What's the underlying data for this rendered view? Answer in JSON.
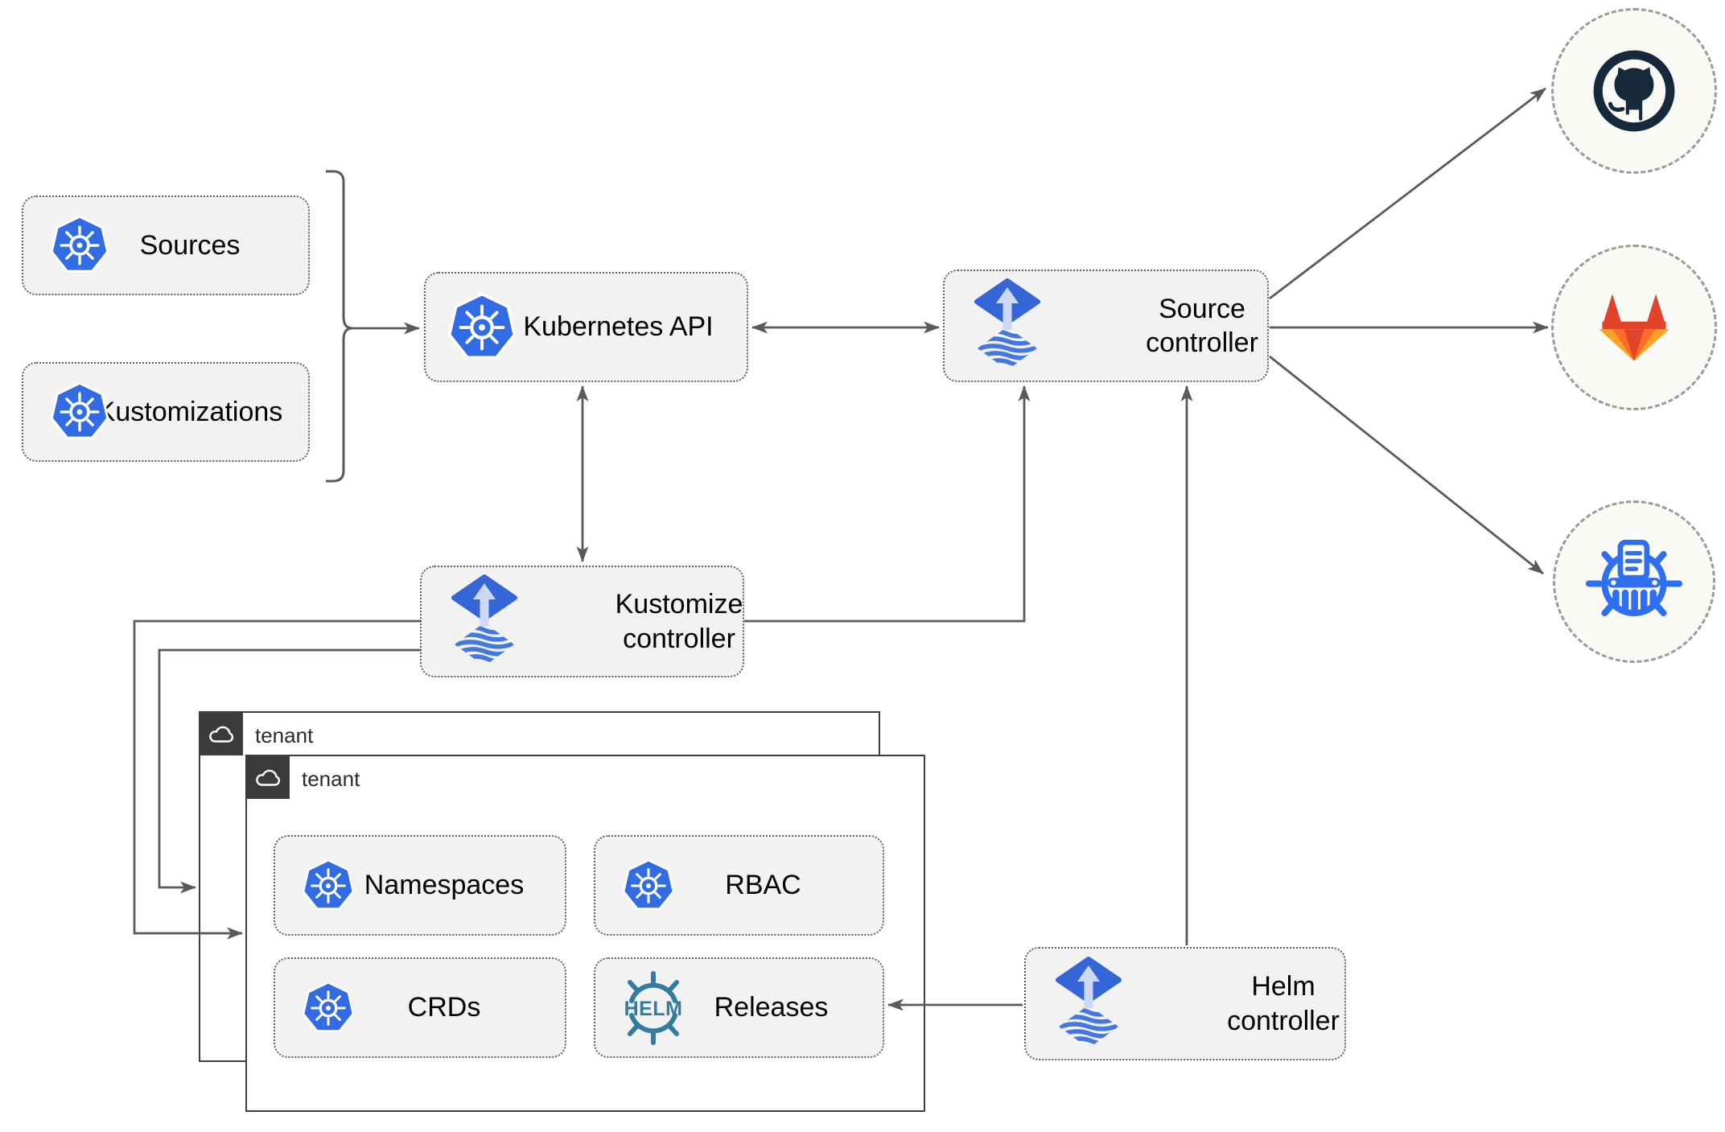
{
  "diagram": {
    "nodes": {
      "sources": {
        "label": "Sources",
        "icon": "kubernetes-icon"
      },
      "kustomizations": {
        "label": "Kustomizations",
        "icon": "kubernetes-icon"
      },
      "kubernetes_api": {
        "label": "Kubernetes API",
        "icon": "kubernetes-icon"
      },
      "source_controller": {
        "label": "Source controller",
        "icon": "flux-icon"
      },
      "kustomize_controller": {
        "label": "Kustomize controller",
        "icon": "flux-icon"
      },
      "helm_controller": {
        "label": "Helm controller",
        "icon": "flux-icon"
      },
      "namespaces": {
        "label": "Namespaces",
        "icon": "kubernetes-icon"
      },
      "rbac": {
        "label": "RBAC",
        "icon": "kubernetes-icon"
      },
      "crds": {
        "label": "CRDs",
        "icon": "kubernetes-icon"
      },
      "releases": {
        "label": "Releases",
        "icon": "helm-icon"
      }
    },
    "tenants": {
      "back": {
        "label": "tenant",
        "icon": "cloud-icon"
      },
      "front": {
        "label": "tenant",
        "icon": "cloud-icon"
      }
    },
    "externals": {
      "github": {
        "icon": "github-icon"
      },
      "gitlab": {
        "icon": "gitlab-icon"
      },
      "bucket": {
        "icon": "bucket-storage-icon"
      }
    },
    "helm_logo_text": "HELM",
    "colors": {
      "kubernetes_blue": "#326ce5",
      "flux_blue": "#3566d7",
      "flux_wave_blue": "#4377e2",
      "flux_arrow_light": "#cdd9f4",
      "helm_teal": "#337c9e",
      "github_dark": "#16293a",
      "gitlab_red_orange": "#e24329",
      "gitlab_orange": "#fc6d26",
      "gitlab_light_orange": "#fca326",
      "bucket_blue": "#2e6ff2",
      "node_fill": "#f2f2f2",
      "node_border": "#616161",
      "wire_gray": "#5a5a5a",
      "tenant_border": "#3f3f3f",
      "tenant_tab_dark": "#3b3b3b",
      "circle_fill": "#f9f9f6",
      "circle_border": "#9b9b9b"
    }
  }
}
